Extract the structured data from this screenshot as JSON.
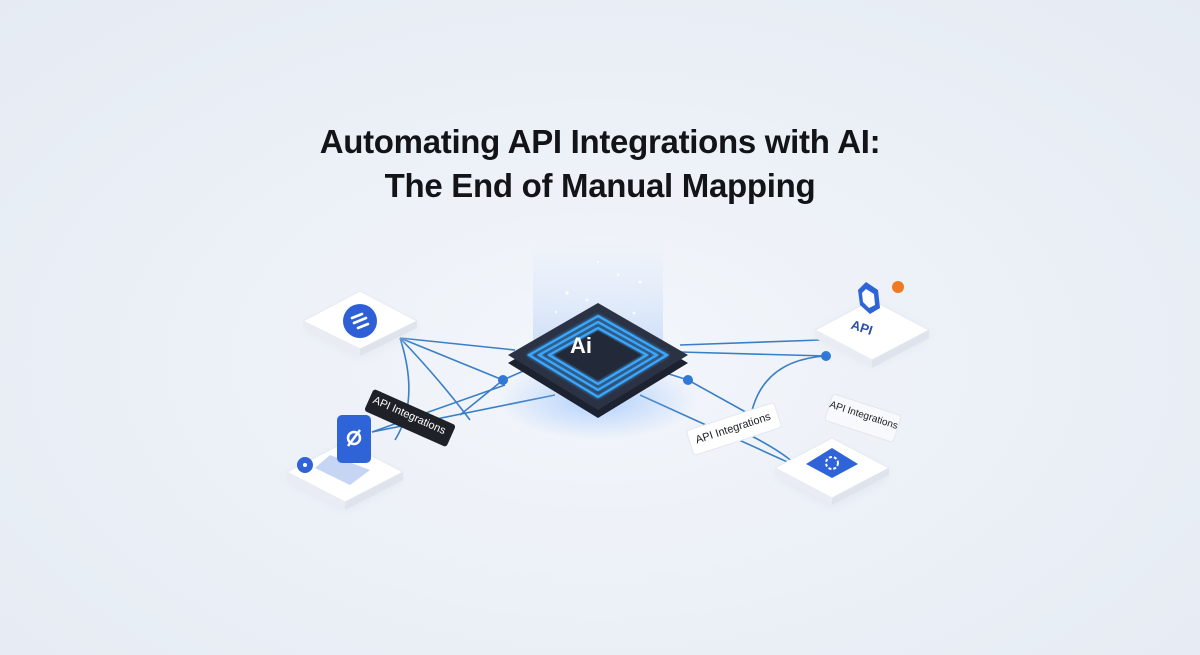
{
  "title": {
    "line1": "Automating API Integrations with AI:",
    "line2": "The End of Manual Mapping"
  },
  "hub": {
    "label": "Ai",
    "icon": "ai-chip-icon"
  },
  "nodes": [
    {
      "id": "left-top",
      "icon": "equals-lines-icon"
    },
    {
      "id": "left-bottom",
      "icon": "integration-app-icon"
    },
    {
      "id": "right-top",
      "icon": "api-logo-icon",
      "label": "API"
    },
    {
      "id": "right-bottom",
      "icon": "gear-icon"
    }
  ],
  "tags": [
    {
      "id": "tag-left",
      "text": "API Integrations",
      "style": "dark"
    },
    {
      "id": "tag-right-mid",
      "text": "API Integrations",
      "style": "light"
    },
    {
      "id": "tag-right-far",
      "text": "API Integrations",
      "style": "light"
    }
  ],
  "colors": {
    "background": "#eaeff6",
    "accent": "#2f63d8",
    "line": "#3a7fc6",
    "hub_dark": "#1c2230",
    "glow": "#3aa8ff",
    "orange": "#f07a22"
  }
}
